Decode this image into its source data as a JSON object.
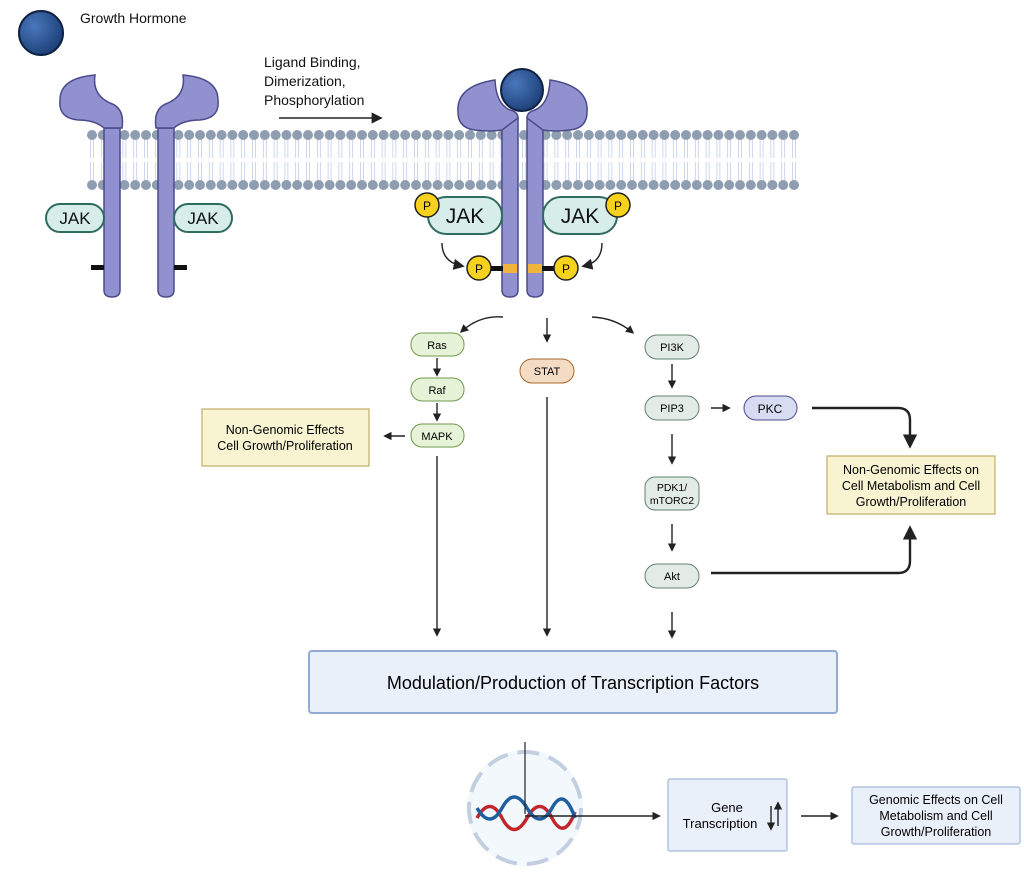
{
  "legend": {
    "growth_hormone": "Growth Hormone"
  },
  "step_label": [
    "Ligand Binding,",
    "Dimerization,",
    "Phosphorylation"
  ],
  "jak": "JAK",
  "phospho": "P",
  "nodes": {
    "ras": "Ras",
    "raf": "Raf",
    "mapk": "MAPK",
    "stat": "STAT",
    "pi3k": "PI3K",
    "pip3": "PIP3",
    "pkc": "PKC",
    "pdk1": [
      "PDK1/",
      "mTORC2"
    ],
    "akt": "Akt"
  },
  "boxes": {
    "nongenomic_left": [
      "Non-Genomic Effects",
      "Cell Growth/Proliferation"
    ],
    "nongenomic_right": [
      "Non-Genomic Effects on",
      "Cell Metabolism and Cell",
      "Growth/Proliferation"
    ],
    "transcription_factors": "Modulation/Production of Transcription Factors",
    "gene_transcription": [
      "Gene",
      "Transcription"
    ],
    "genomic_effects": [
      "Genomic Effects on Cell",
      "Metabolism and Cell",
      "Growth/Proliferation"
    ]
  },
  "colors": {
    "receptor": "#9191cf",
    "receptor_stroke": "#4b4b8c",
    "hormone": "#25508f",
    "jak_fill": "#d6ede9",
    "jak_stroke": "#2f6b5f",
    "phospho": "#f6d21c",
    "mapk_path": "#e7f3d8",
    "stat": "#f3dcc3",
    "pi3k_path": "#e3ebe7",
    "pkc": "#d8dcf2",
    "effect_box": "#f8f4d2",
    "tf_box": "#eaf0fa",
    "membrane": "#8e9db0"
  }
}
